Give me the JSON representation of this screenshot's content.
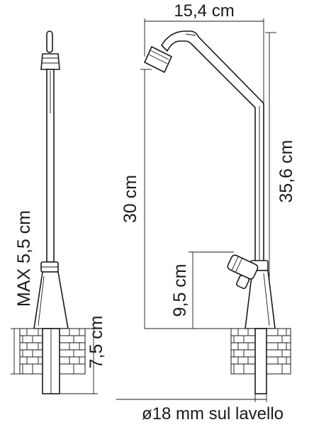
{
  "dimensions": {
    "width_top": "15,4 cm",
    "height_spout": "30 cm",
    "height_total": "35,6 cm",
    "height_handle": "9,5 cm",
    "max_thickness": "MAX 5,5 cm",
    "shank_length": "7,5 cm",
    "hole_diameter": "ø18 mm sul lavello"
  }
}
